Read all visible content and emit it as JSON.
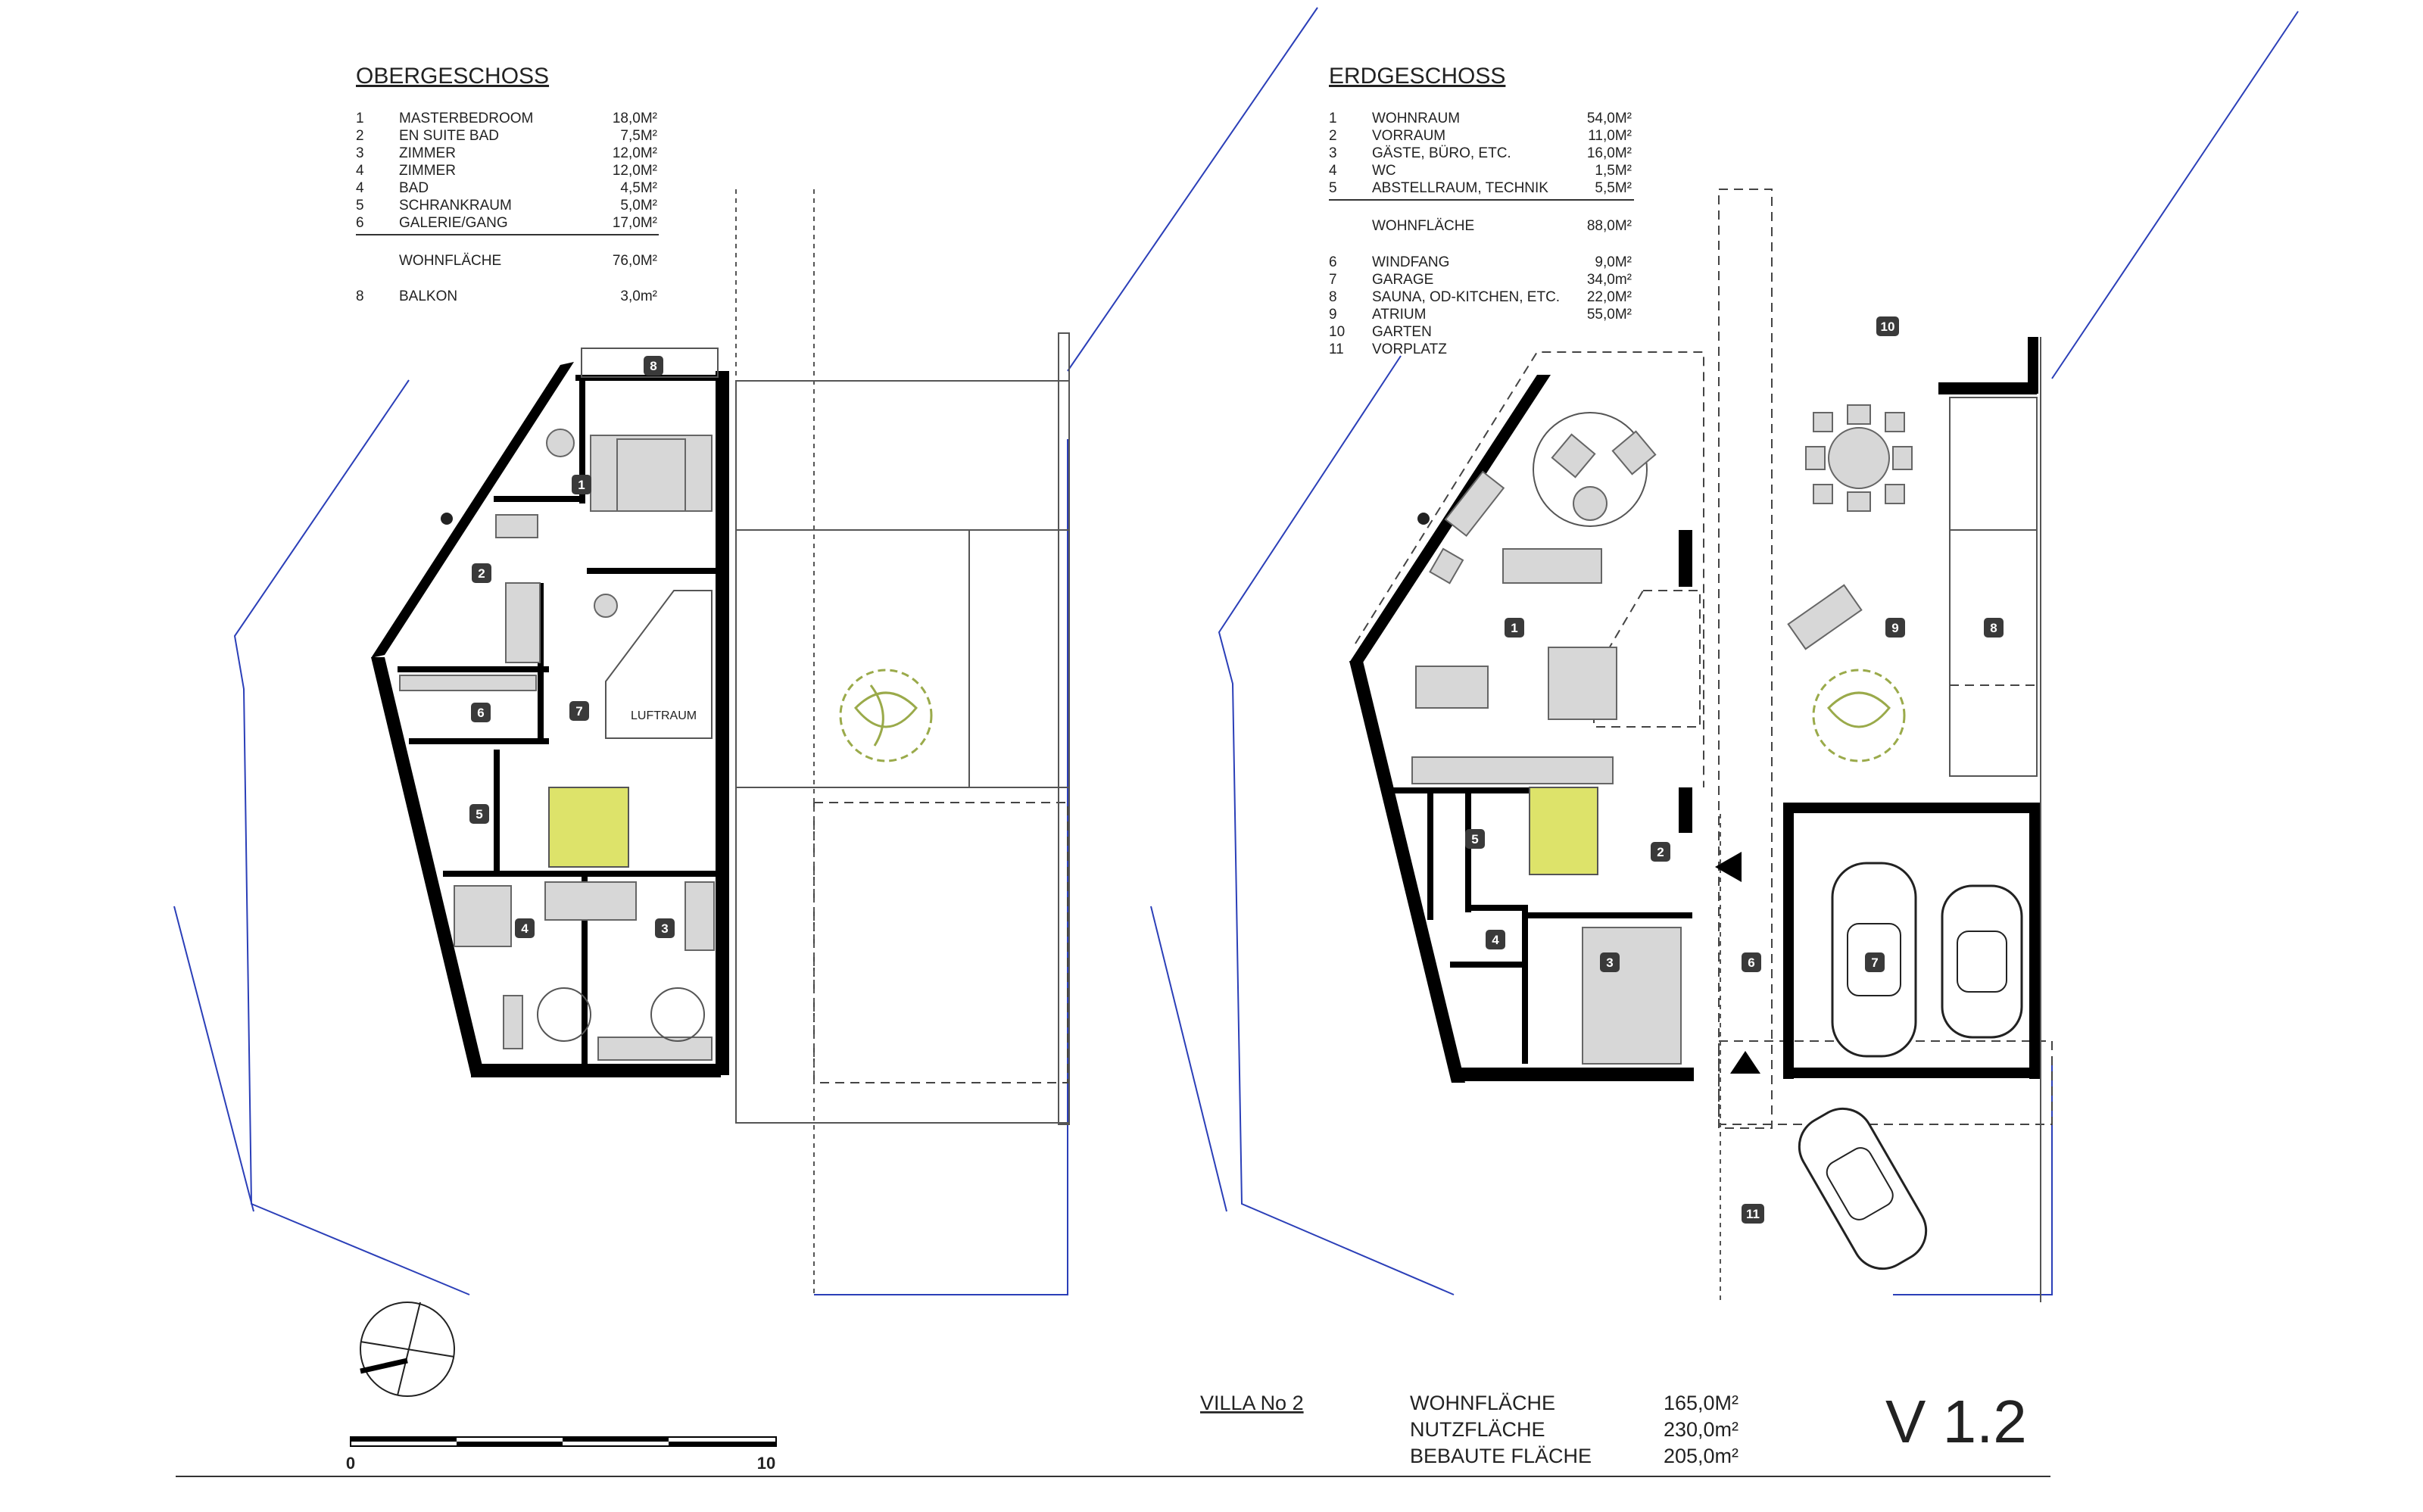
{
  "upper_floor": {
    "title": "OBERGESCHOSS",
    "rooms": [
      {
        "no": "1",
        "name": "MASTERBEDROOM",
        "area": "18,0M²"
      },
      {
        "no": "2",
        "name": "EN SUITE BAD",
        "area": "7,5M²"
      },
      {
        "no": "3",
        "name": "ZIMMER",
        "area": "12,0M²"
      },
      {
        "no": "4",
        "name": "ZIMMER",
        "area": "12,0M²"
      },
      {
        "no": "4",
        "name": "BAD",
        "area": "4,5M²"
      },
      {
        "no": "5",
        "name": "SCHRANKRAUM",
        "area": "5,0M²"
      },
      {
        "no": "6",
        "name": "GALERIE/GANG",
        "area": "17,0M²"
      }
    ],
    "living_label": "WOHNFLÄCHE",
    "living_area": "76,0M²",
    "extra": [
      {
        "no": "8",
        "name": "BALKON",
        "area": "3,0m²"
      }
    ],
    "plan_labels": {
      "void": "LUFTRAUM"
    },
    "badges": [
      "8",
      "1",
      "2",
      "7",
      "6",
      "5",
      "4",
      "3"
    ]
  },
  "ground_floor": {
    "title": "ERDGESCHOSS",
    "rooms": [
      {
        "no": "1",
        "name": "WOHNRAUM",
        "area": "54,0M²"
      },
      {
        "no": "2",
        "name": "VORRAUM",
        "area": "11,0M²"
      },
      {
        "no": "3",
        "name": "GÄSTE, BÜRO, ETC.",
        "area": "16,0M²"
      },
      {
        "no": "4",
        "name": "WC",
        "area": "1,5M²"
      },
      {
        "no": "5",
        "name": "ABSTELLRAUM, TECHNIK",
        "area": "5,5M²"
      }
    ],
    "living_label": "WOHNFLÄCHE",
    "living_area": "88,0M²",
    "extra": [
      {
        "no": "6",
        "name": "WINDFANG",
        "area": "9,0M²"
      },
      {
        "no": "7",
        "name": "GARAGE",
        "area": "34,0m²"
      },
      {
        "no": "8",
        "name": "SAUNA, OD-KITCHEN, ETC.",
        "area": "22,0M²"
      },
      {
        "no": "9",
        "name": "ATRIUM",
        "area": "55,0M²"
      },
      {
        "no": "10",
        "name": "GARTEN",
        "area": ""
      },
      {
        "no": "11",
        "name": "VORPLATZ",
        "area": ""
      }
    ],
    "badges": [
      "10",
      "1",
      "9",
      "8",
      "5",
      "2",
      "4",
      "3",
      "6",
      "7",
      "11"
    ]
  },
  "scale_bar": {
    "start": "0",
    "end": "10"
  },
  "project": {
    "name": "VILLA  No 2"
  },
  "summary": [
    {
      "label": "WOHNFLÄCHE",
      "value": "165,0M²"
    },
    {
      "label": "NUTZFLÄCHE",
      "value": "230,0m²"
    },
    {
      "label": "BEBAUTE FLÄCHE",
      "value": "205,0m²"
    }
  ],
  "version": "V 1.2",
  "colors": {
    "site_line": "#2b3fb8",
    "stair": "#dde36a",
    "wall": "#000000",
    "furniture": "#d7d7d7"
  }
}
